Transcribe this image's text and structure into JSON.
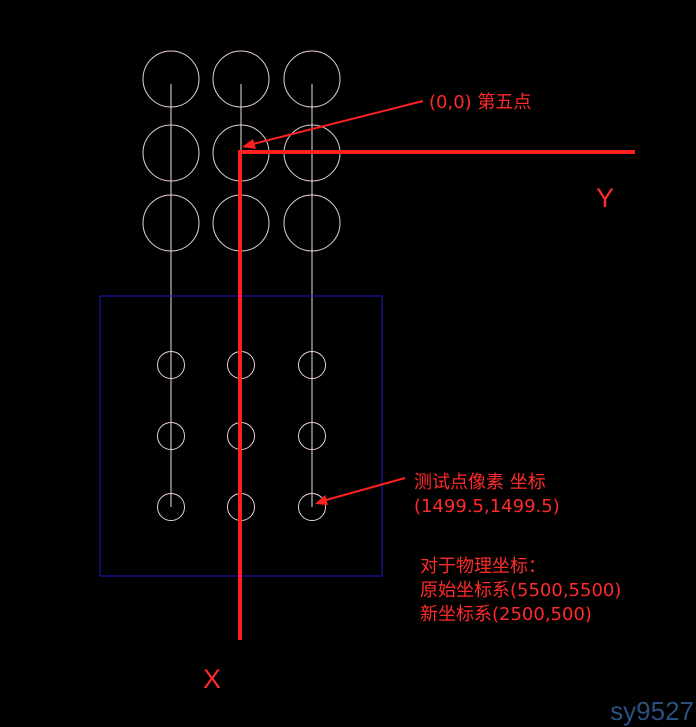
{
  "labels": {
    "origin": "(0,0) 第五点",
    "y_axis": "Y",
    "x_axis": "X",
    "test_point_line1": "测试点像素 坐标",
    "test_point_line2": "(1499.5,1499.5)",
    "physical_line1": "对于物理坐标：",
    "physical_line2": "原始坐标系(5500,5500)",
    "physical_line3": "新坐标系(2500,500)"
  },
  "watermark": "sy9527",
  "colors": {
    "background": "#000000",
    "circle_stroke": "#e9d0d0",
    "guide_line": "#e9e2e2",
    "axis": "#ff2020",
    "annotation": "#ff2a2a",
    "box": "#1a1ad0",
    "watermark": "#2b4f7e"
  }
}
